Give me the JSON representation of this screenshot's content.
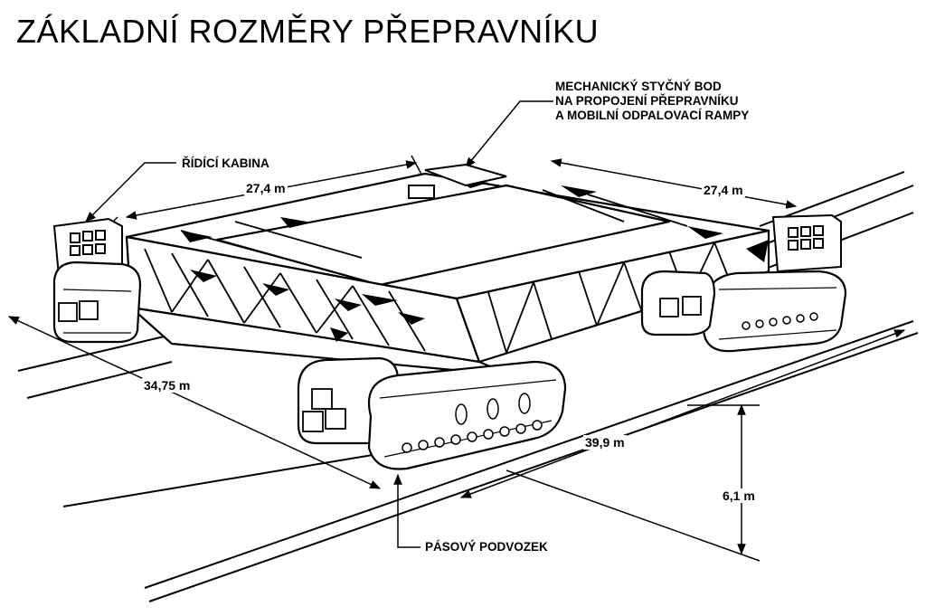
{
  "title": "ZÁKLADNÍ ROZMĚRY PŘEPRAVNÍKU",
  "labels": {
    "mechanical_point_line1": "MECHANICKÝ STYČNÝ BOD",
    "mechanical_point_line2": "NA PROPOJENÍ PŘEPRAVNÍKU",
    "mechanical_point_line3": "A MOBILNÍ ODPALOVACÍ RAMPY",
    "control_cabin": "ŘÍDÍCÍ KABINA",
    "crawler_track": "PÁSOVÝ PODVOZEK"
  },
  "dimensions": {
    "width_left": "27,4 m",
    "width_right": "27,4 m",
    "width_track": "34,75 m",
    "length": "39,9 m",
    "height": "6,1 m"
  },
  "colors": {
    "ink": "#000000",
    "paper": "#ffffff"
  }
}
